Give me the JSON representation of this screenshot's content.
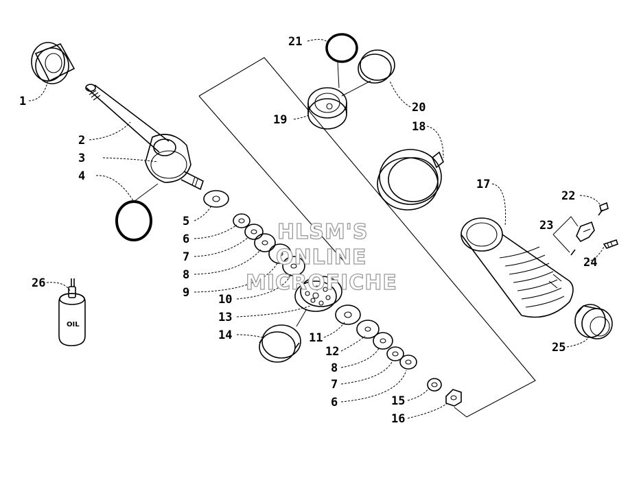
{
  "watermark": [
    "HLSM'S",
    "ONLINE",
    "MICROFICHE"
  ],
  "oil_label": "OIL",
  "callouts": {
    "c1": "1",
    "c2": "2",
    "c3": "3",
    "c4": "4",
    "c5": "5",
    "c6a": "6",
    "c6b": "6",
    "c7a": "7",
    "c7b": "7",
    "c8a": "8",
    "c8b": "8",
    "c9": "9",
    "c10": "10",
    "c11": "11",
    "c12": "12",
    "c13": "13",
    "c14": "14",
    "c15": "15",
    "c16": "16",
    "c17": "17",
    "c18": "18",
    "c19": "19",
    "c20": "20",
    "c21": "21",
    "c22": "22",
    "c23": "23",
    "c24": "24",
    "c25": "25",
    "c26": "26"
  }
}
